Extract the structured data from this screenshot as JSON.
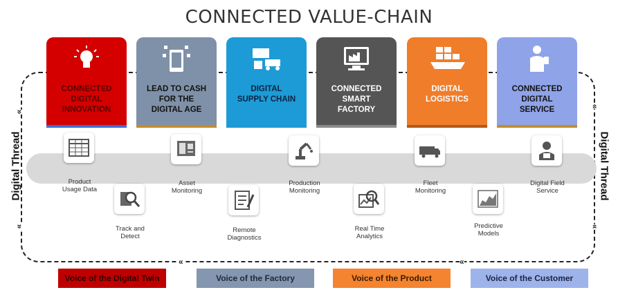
{
  "title": "CONNECTED VALUE-CHAIN",
  "thread": {
    "left": "Digital Thread",
    "right": "Digital Thread",
    "arrow_right": "»",
    "arrow_left": "«"
  },
  "pillars": [
    {
      "line1": "CONNECTED",
      "line2": "DIGITAL",
      "line3": "INNOVATION",
      "color": "#d40000",
      "icon": "lightbulb-icon"
    },
    {
      "line1": "LEAD TO CASH",
      "line2": "FOR THE",
      "line3": "DIGITAL AGE",
      "color": "#7f91a8",
      "icon": "mobile-app-icon"
    },
    {
      "line1": "DIGITAL",
      "line2": "SUPPLY CHAIN",
      "line3": "",
      "color": "#1d9bd6",
      "icon": "supply-chain-icon"
    },
    {
      "line1": "CONNECTED",
      "line2": "SMART",
      "line3": "FACTORY",
      "color": "#555555",
      "icon": "factory-monitor-icon"
    },
    {
      "line1": "DIGITAL",
      "line2": "LOGISTICS",
      "line3": "",
      "color": "#f07d2a",
      "icon": "cargo-ship-icon"
    },
    {
      "line1": "CONNECTED",
      "line2": "DIGITAL",
      "line3": "SERVICE",
      "color": "#8fa3e8",
      "icon": "service-person-icon"
    }
  ],
  "capabilities": [
    {
      "label1": "Product",
      "label2": "Usage Data",
      "icon": "table-data-icon"
    },
    {
      "label1": "Track and",
      "label2": "Detect",
      "icon": "magnifier-icon"
    },
    {
      "label1": "Asset",
      "label2": "Monitoring",
      "icon": "monitor-panel-icon"
    },
    {
      "label1": "Remote",
      "label2": "Diagnostics",
      "icon": "checklist-icon"
    },
    {
      "label1": "Production",
      "label2": "Monitoring",
      "icon": "robot-arm-icon"
    },
    {
      "label1": "Real Time",
      "label2": "Analytics",
      "icon": "analytics-icon"
    },
    {
      "label1": "Fleet",
      "label2": "Monitoring",
      "icon": "truck-icon"
    },
    {
      "label1": "Predictive",
      "label2": "Models",
      "icon": "line-chart-icon"
    },
    {
      "label1": "Digital Field",
      "label2": "Service",
      "icon": "technician-icon"
    }
  ],
  "voices": [
    {
      "label": "Voice of the Digital Twin",
      "bg": "#c00000",
      "fg": "#2b0000"
    },
    {
      "label": "Voice of the Factory",
      "bg": "#8496b0",
      "fg": "#1f2a38"
    },
    {
      "label": "Voice of the Product",
      "bg": "#f4842f",
      "fg": "#3a1a00"
    },
    {
      "label": "Voice of the Customer",
      "bg": "#9db3ea",
      "fg": "#1a2444"
    }
  ]
}
